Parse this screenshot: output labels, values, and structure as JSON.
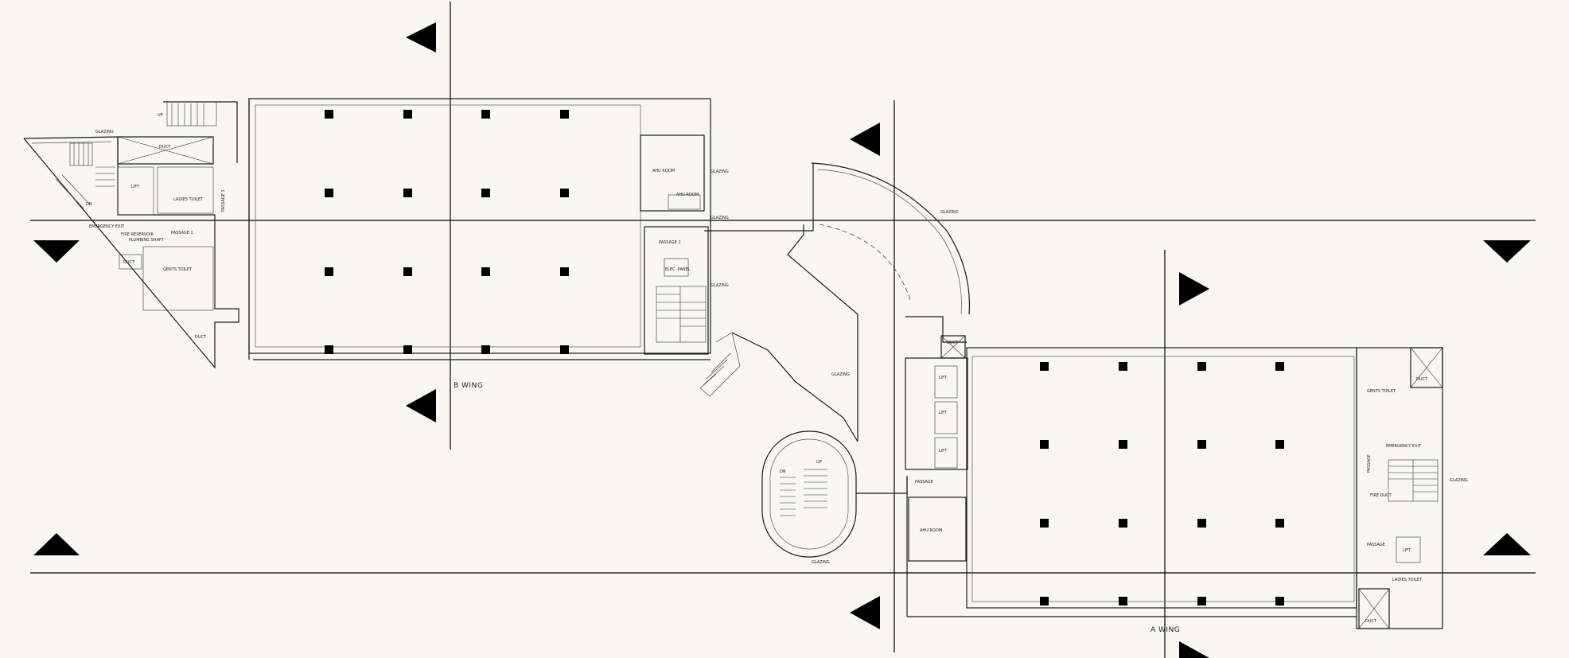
{
  "wings": {
    "b_wing": "B WING",
    "a_wing": "A WING"
  },
  "labels": {
    "glazing": "GLAZING",
    "duct": "DUCT",
    "lift": "LIFT",
    "dn": "DN",
    "up": "UP",
    "ladies_toilet": "LADIES TOILET",
    "gents_toilet": "GENTS TOILET",
    "passage_1": "PASSAGE 1",
    "passage_2": "PASSAGE 2",
    "passage": "PASSAGE",
    "ahu_room": "AHU ROOM",
    "fire_reservoir": "FIRE RESERVOIR",
    "plumbing_shaft": "PLUMBING SHAFT",
    "emergency_exit": "EMERGENCY EXIT",
    "elec_panel": "ELEC. PANEL",
    "fire_duct": "FIRE DUCT"
  },
  "colors": {
    "background": "#f8f7f1",
    "lines": "#1a1a1a"
  }
}
